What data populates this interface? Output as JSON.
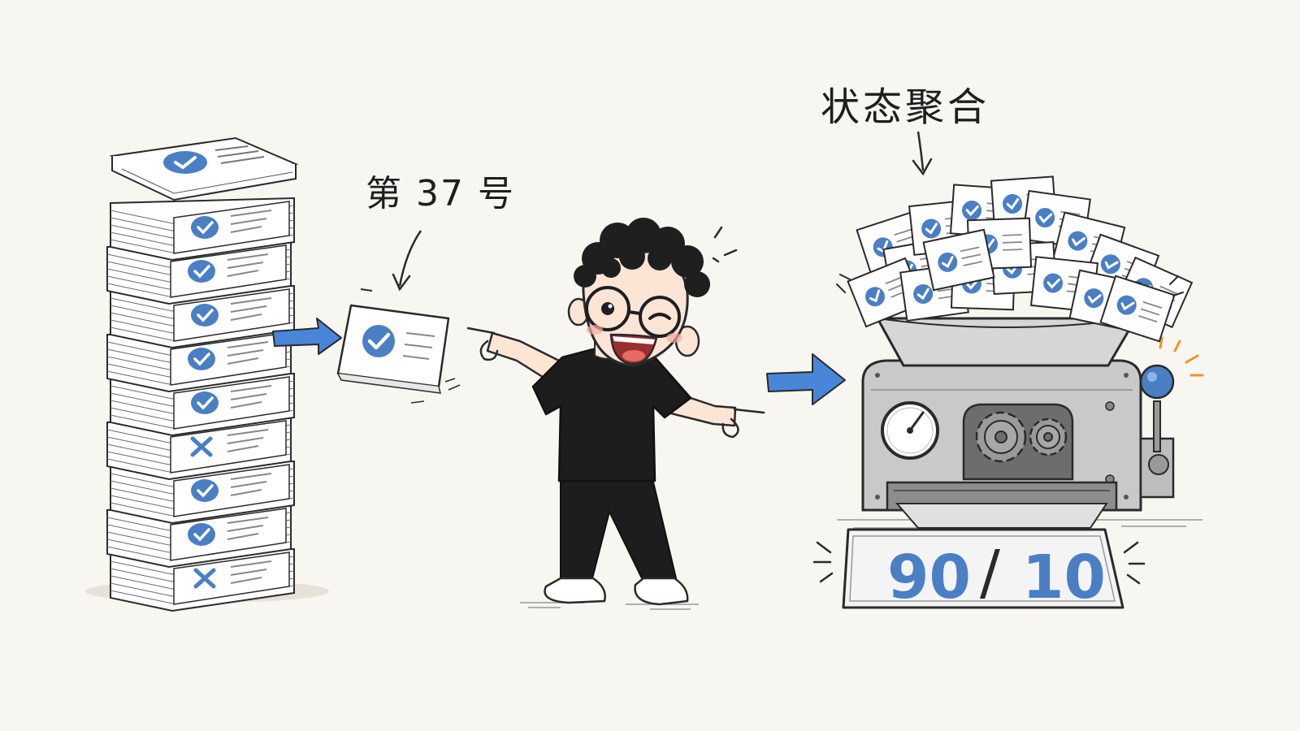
{
  "labels": {
    "ticket_number": "第 37 号",
    "aggregation": "状态聚合"
  },
  "result": {
    "pass": "90",
    "separator": "/",
    "fail": "10"
  },
  "stack": {
    "items": [
      "check",
      "check",
      "check",
      "check",
      "check",
      "cross",
      "check",
      "check",
      "cross"
    ]
  },
  "colors": {
    "accent_blue": "#4a7fc4",
    "ink": "#2a2a2a",
    "paper": "#f8f6f0",
    "shirt": "#1d1d1d",
    "spark_orange": "#f0922e",
    "machine_grey": "#c9c9c9"
  },
  "icons": [
    "check-icon",
    "cross-icon",
    "gear-icon",
    "gauge-icon",
    "arrow-right-icon"
  ]
}
